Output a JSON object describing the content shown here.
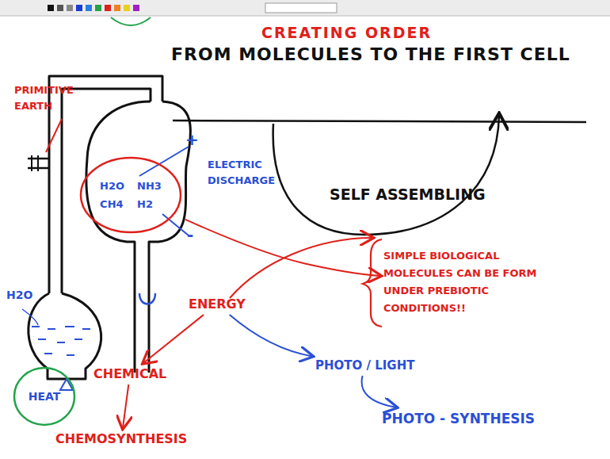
{
  "diagram": {
    "title": "FROM MOLECULES TO THE FIRST CELL",
    "nodes": [
      {
        "text": [
          "H2O",
          "NH3",
          "CH4",
          "H2"
        ]
      },
      {
        "text": [
          "SIMPLE BIOLOGICAL MOLECULES CAN BE FORM UNDER PREBIOTIC CONDITIONS!!"
        ]
      },
      {
        "text": [
          "ENERGY"
        ]
      },
      {
        "text": [
          "CHEMICAL"
        ]
      },
      {
        "text": [
          "CHEMOSYNTHESIS"
        ]
      },
      {
        "text": [
          "PHOTO / LIGHT"
        ]
      },
      {
        "text": [
          "PHOTO - SYNTHESIS"
        ]
      },
      {
        "text": [
          "HEAT"
        ]
      }
    ],
    "edges": [
      {
        "from": 0,
        "to": 1,
        "arrow": "to"
      },
      {
        "from": 2,
        "to": 3,
        "arrow": "to"
      },
      {
        "from": 3,
        "to": 4,
        "arrow": "to"
      },
      {
        "from": 2,
        "to": 5,
        "arrow": "to"
      },
      {
        "from": 5,
        "to": 6,
        "arrow": "to"
      }
    ],
    "labels": [
      "CREATING ORDER",
      "PRIMITIVE EARTH",
      "+",
      "-",
      "ELECTRIC DISCHARGE",
      "SELF ASSEMBLING",
      "H2O"
    ]
  }
}
